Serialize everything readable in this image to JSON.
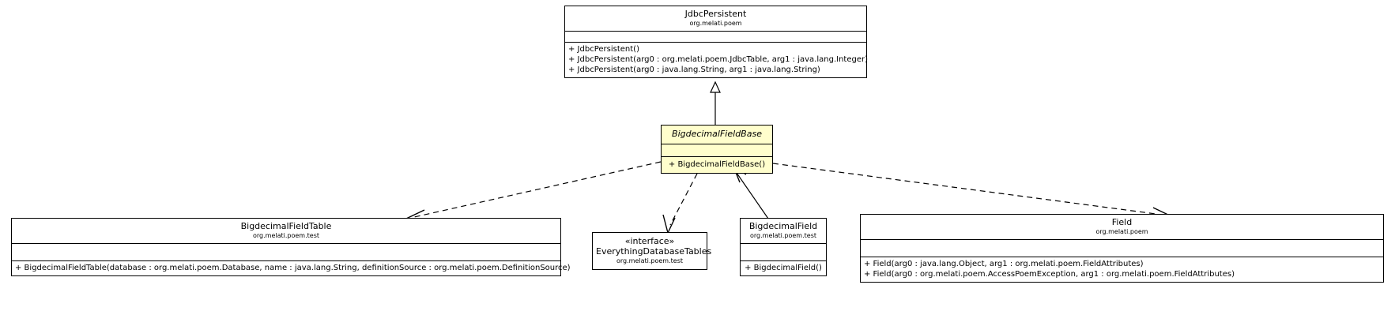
{
  "diagram": {
    "type": "uml-class-diagram",
    "title": "BigdecimalFieldBase class hierarchy",
    "background_color": "#ffffff",
    "line_color": "#000000",
    "highlight_color": "#fffecc"
  },
  "classes": {
    "jdbc_persistent": {
      "name": "JdbcPersistent",
      "package": "org.melati.poem",
      "stereotype": "",
      "abstract": false,
      "highlighted": false,
      "attributes": [],
      "operations": [
        "+ JdbcPersistent()",
        "+ JdbcPersistent(arg0 : org.melati.poem.JdbcTable, arg1 : java.lang.Integer)",
        "+ JdbcPersistent(arg0 : java.lang.String, arg1 : java.lang.String)"
      ]
    },
    "bigdecimal_field_base": {
      "name": "BigdecimalFieldBase",
      "package": "",
      "stereotype": "",
      "abstract": true,
      "highlighted": true,
      "attributes": [],
      "operations": [
        "+ BigdecimalFieldBase()"
      ]
    },
    "bigdecimal_field_table": {
      "name": "BigdecimalFieldTable",
      "package": "org.melati.poem.test",
      "stereotype": "",
      "abstract": false,
      "highlighted": false,
      "attributes": [],
      "operations": [
        "+ BigdecimalFieldTable(database : org.melati.poem.Database, name : java.lang.String, definitionSource : org.melati.poem.DefinitionSource)"
      ]
    },
    "everything_database_tables": {
      "name": "EverythingDatabaseTables",
      "package": "org.melati.poem.test",
      "stereotype": "«interface»",
      "abstract": false,
      "highlighted": false,
      "attributes": [],
      "operations": []
    },
    "bigdecimal_field": {
      "name": "BigdecimalField",
      "package": "org.melati.poem.test",
      "stereotype": "",
      "abstract": false,
      "highlighted": false,
      "attributes": [],
      "operations": [
        "+ BigdecimalField()"
      ]
    },
    "field": {
      "name": "Field",
      "package": "org.melati.poem",
      "stereotype": "",
      "abstract": false,
      "highlighted": false,
      "attributes": [],
      "operations": [
        "+ Field(arg0 : java.lang.Object, arg1 : org.melati.poem.FieldAttributes)",
        "+ Field(arg0 : org.melati.poem.AccessPoemException, arg1 : org.melati.poem.FieldAttributes)"
      ]
    }
  },
  "relationships": [
    {
      "name": "generalization-base-to-jdbcpersistent",
      "kind": "generalization",
      "style": "solid",
      "arrow": "hollow-triangle",
      "from": "bigdecimal_field_base",
      "to": "jdbc_persistent"
    },
    {
      "name": "dependency-base-to-table",
      "kind": "dependency",
      "style": "dashed",
      "arrow": "open-arrow",
      "from": "bigdecimal_field_base",
      "to": "bigdecimal_field_table"
    },
    {
      "name": "dependency-base-to-everythingdatabasetables",
      "kind": "dependency",
      "style": "dashed",
      "arrow": "open-arrow",
      "from": "bigdecimal_field_base",
      "to": "everything_database_tables"
    },
    {
      "name": "dependency-base-to-field",
      "kind": "dependency",
      "style": "dashed",
      "arrow": "open-arrow",
      "from": "bigdecimal_field_base",
      "to": "field"
    },
    {
      "name": "generalization-bigdecimalfield-to-base",
      "kind": "generalization",
      "style": "solid",
      "arrow": "open-arrow",
      "from": "bigdecimal_field",
      "to": "bigdecimal_field_base"
    }
  ]
}
